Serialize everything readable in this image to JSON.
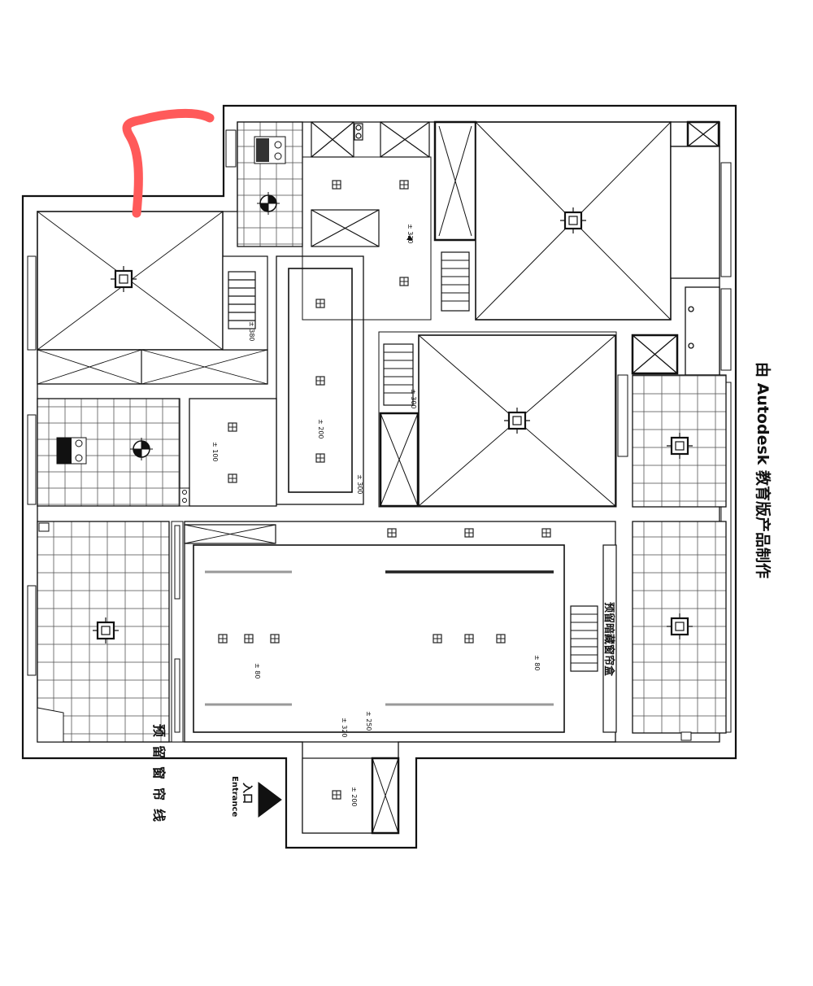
{
  "watermark": {
    "text": "由 Autodesk 教育版产品制作"
  },
  "footer_text": "",
  "labels": {
    "entrance_cn": "入口",
    "entrance_en": "Entrance",
    "bay_window": "预留窗帘线",
    "curtain_track": "预留暗藏窗帘盒"
  },
  "level_marks": [
    {
      "id": "lv-kitchen",
      "text": "± 320"
    },
    {
      "id": "lv-utility",
      "text": "± 380"
    },
    {
      "id": "lv-hall",
      "text": "± 200"
    },
    {
      "id": "lv-hall-b",
      "text": "± 300"
    },
    {
      "id": "lv-closet",
      "text": "± 300"
    },
    {
      "id": "lv-bath",
      "text": "± 100"
    },
    {
      "id": "lv-living-a",
      "text": "± 80"
    },
    {
      "id": "lv-living-b",
      "text": "± 80"
    },
    {
      "id": "lv-step-a",
      "text": "± 250"
    },
    {
      "id": "lv-step-b",
      "text": "± 320"
    },
    {
      "id": "lv-entry",
      "text": "± 200"
    }
  ],
  "annotation": {
    "color": "#ff5a5a"
  }
}
